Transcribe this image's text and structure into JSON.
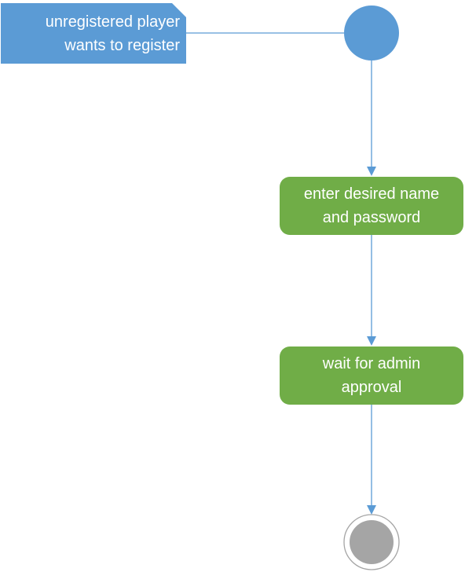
{
  "colors": {
    "note_fill": "#5b9bd5",
    "initial_node_fill": "#5b9bd5",
    "action_fill": "#70ad47",
    "connector": "#5b9bd5",
    "final_node_fill": "#a5a5a5",
    "text": "#ffffff"
  },
  "note": {
    "line1": "unregistered player",
    "line2": "wants to register"
  },
  "actions": [
    {
      "line1": "enter desired name",
      "line2": "and password"
    },
    {
      "line1": "wait for admin",
      "line2": "approval"
    }
  ]
}
